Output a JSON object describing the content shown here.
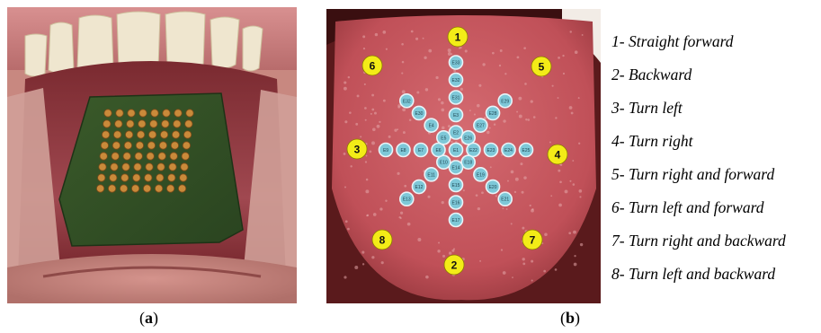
{
  "panels": [
    {
      "id": "a",
      "caption_open": "(",
      "caption_letter": "a",
      "caption_close": ")",
      "description": "Tongue display electrode array in mouth"
    },
    {
      "id": "b",
      "caption_open": "(",
      "caption_letter": "b",
      "caption_close": ")",
      "description": "Tongue with electrode direction layout"
    }
  ],
  "electrodes": {
    "center": "E1",
    "rays": [
      {
        "dir": "1",
        "labels": [
          "E2",
          "E3",
          "E31",
          "E32",
          "E33"
        ]
      },
      {
        "dir": "5",
        "labels": [
          "E26",
          "E27",
          "E28",
          "E29"
        ]
      },
      {
        "dir": "4",
        "labels": [
          "E22",
          "E23",
          "E24",
          "E25"
        ]
      },
      {
        "dir": "7",
        "labels": [
          "E18",
          "E19",
          "E20",
          "E21"
        ]
      },
      {
        "dir": "2",
        "labels": [
          "E14",
          "E15",
          "E16",
          "E17"
        ]
      },
      {
        "dir": "8",
        "labels": [
          "E10",
          "E11",
          "E12",
          "E13"
        ]
      },
      {
        "dir": "3",
        "labels": [
          "E6",
          "E7",
          "E8",
          "E9"
        ]
      },
      {
        "dir": "6",
        "labels": [
          "E5",
          "E4",
          "E30",
          "E32"
        ]
      }
    ]
  },
  "direction_markers": [
    "1",
    "2",
    "3",
    "4",
    "5",
    "6",
    "7",
    "8"
  ],
  "legend": [
    "1- Straight forward",
    "2- Backward",
    "3- Turn left",
    "4- Turn right",
    "5- Turn right and forward",
    "6- Turn left and forward",
    "7- Turn right and backward",
    "8- Turn left and backward"
  ],
  "colors": {
    "marker_fill": "#f3ec17",
    "electrode_fill": "#7ec8d8",
    "electrode_stroke": "#e8f4f8",
    "tongue": "#c0555a",
    "background_dark": "#5a1a1c"
  }
}
